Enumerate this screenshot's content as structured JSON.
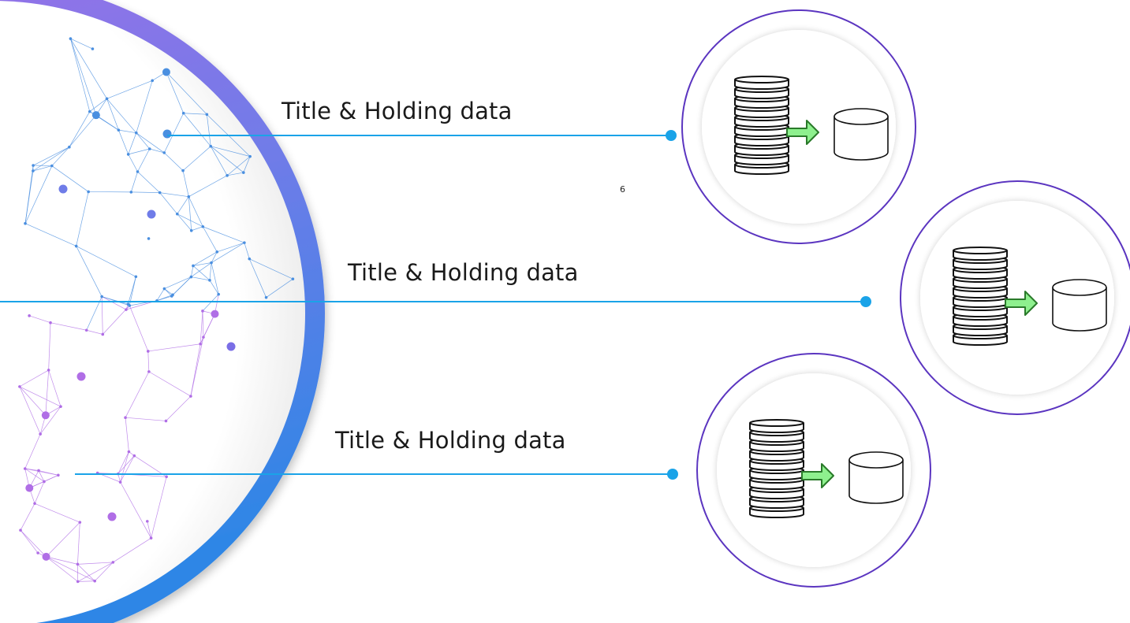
{
  "slide": {
    "page_number": "6",
    "connectors": [
      {
        "label": "Title & Holding data"
      },
      {
        "label": "Title & Holding data"
      },
      {
        "label": "Title & Holding data"
      }
    ]
  },
  "colors": {
    "globe_blue": "#4a8fe0",
    "globe_purple": "#b06ee6",
    "ring_gradient_top": "#9a6ee8",
    "ring_gradient_bottom": "#2f7fe4",
    "connector_line": "#1aa3e8",
    "circle_outline": "#5b35c0",
    "arrow_fill": "#8ef08e",
    "arrow_stroke": "#2a7a2a",
    "icon_stroke": "#111111"
  },
  "icons": {
    "source": "stacked-disks-icon",
    "arrow": "right-arrow-icon",
    "target": "database-cylinder-icon"
  }
}
